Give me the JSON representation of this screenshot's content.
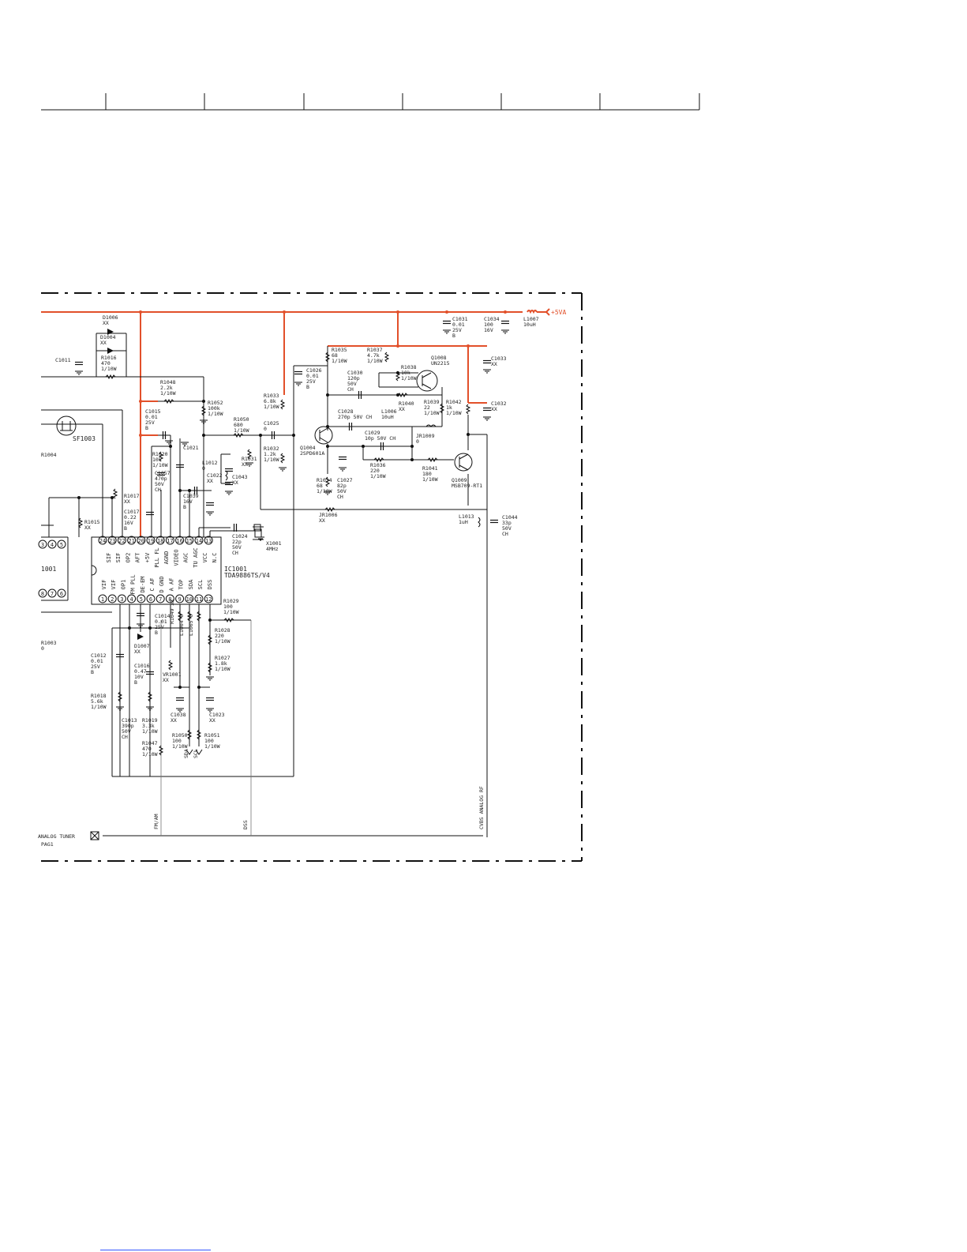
{
  "ic": {
    "ref": "IC1001",
    "part": "TDA9886TS/V4",
    "top_pins": [
      "24",
      "23",
      "22",
      "21",
      "20",
      "19",
      "18",
      "17",
      "16",
      "15",
      "14",
      "13"
    ],
    "top_names": [
      "SIF",
      "SIF",
      "OP2",
      "AFT",
      "+5V",
      "PLL FL",
      "AGND",
      "VIDEO",
      "AGC",
      "TU AGC",
      "VCC",
      "N.C"
    ],
    "bottom_pins": [
      "1",
      "2",
      "3",
      "4",
      "5",
      "6",
      "7",
      "8",
      "9",
      "10",
      "11",
      "12"
    ],
    "bottom_names": [
      "VIF",
      "VIF",
      "OP1",
      "FM PLL",
      "DE-EM",
      "C AF",
      "D GND",
      "A AF",
      "TOP",
      "SDA",
      "SCL",
      "DSS"
    ]
  },
  "left_ic": {
    "label": "1001",
    "pins_top": [
      "3",
      "4",
      "5"
    ],
    "pins_bottom": [
      "8",
      "7",
      "6"
    ]
  },
  "saw_filter": "SF1003",
  "rail": "+5VA",
  "labels": {
    "d1006": [
      "D1006",
      "XX"
    ],
    "d1004": [
      "D1004",
      "XX"
    ],
    "c1011": [
      "C1011"
    ],
    "r1016": [
      "R1016",
      "470",
      "1/10W"
    ],
    "r1048": [
      "R1048",
      "2.2k",
      "1/10W"
    ],
    "r1052": [
      "R1052",
      "100k",
      "1/10W"
    ],
    "c1015": [
      "C1015",
      "0.01",
      "25V",
      "B"
    ],
    "r1020": [
      "R1020",
      "10k",
      "1/10W"
    ],
    "c1021": [
      "C1021"
    ],
    "c1057": [
      "C1057",
      "470p",
      "50V",
      "CH"
    ],
    "l1012": [
      "L1012",
      "0"
    ],
    "c1022": [
      "C1022",
      "XX"
    ],
    "c1039": [
      "C1039",
      "16V",
      "B"
    ],
    "c1043": [
      "C1043",
      "XX"
    ],
    "r1050a": [
      "R1050",
      "680",
      "1/10W"
    ],
    "r1031": [
      "R1031",
      "XX"
    ],
    "c1025": [
      "C1025",
      "0"
    ],
    "r1032": [
      "R1032",
      "1.2k",
      "1/10W"
    ],
    "r1033": [
      "R1033",
      "6.8k",
      "1/10W"
    ],
    "c1026": [
      "C1026",
      "0.01",
      "25V",
      "B"
    ],
    "r1035": [
      "R1035",
      "68",
      "1/10W"
    ],
    "r1037": [
      "R1037",
      "4.7k",
      "1/10W"
    ],
    "r1038": [
      "R1038",
      "10k",
      "1/10W"
    ],
    "q1008": [
      "Q1008",
      "UN2215"
    ],
    "c1030": [
      "C1030",
      "120p",
      "50V",
      "CH"
    ],
    "r1040": [
      "R1040",
      "XX"
    ],
    "r1039": [
      "R1039",
      "22",
      "1/10W"
    ],
    "r1042": [
      "R1042",
      "1k",
      "1/10W"
    ],
    "c1028": [
      "C1028",
      "270p 50V CH"
    ],
    "l1006": [
      "L1006",
      "10uH"
    ],
    "c1029": [
      "C1029",
      "10p 50V CH"
    ],
    "jr1009": [
      "JR1009",
      "0"
    ],
    "q1004": [
      "Q1004",
      "2SPD601A"
    ],
    "r1034": [
      "R1034",
      "68",
      "1/10W"
    ],
    "c1027": [
      "C1027",
      "82p",
      "50V",
      "CH"
    ],
    "r1036": [
      "R1036",
      "220",
      "1/10W"
    ],
    "r1041": [
      "R1041",
      "180",
      "1/10W"
    ],
    "q1009": [
      "Q1009",
      "MSB709-RT1"
    ],
    "jr1006": [
      "JR1006",
      "XX"
    ],
    "c1031": [
      "C1031",
      "0.01",
      "25V",
      "B"
    ],
    "c1034": [
      "C1034",
      "100",
      "16V"
    ],
    "l1007": [
      "L1007",
      "10uH"
    ],
    "c1033": [
      "C1033",
      "XX"
    ],
    "c1032": [
      "C1032",
      "XX"
    ],
    "l1013": [
      "L1013",
      "1uH"
    ],
    "c1044": [
      "C1044",
      "33p",
      "50V",
      "CH"
    ],
    "c1024": [
      "C1024",
      "22p",
      "50V",
      "CH"
    ],
    "x1001": [
      "X1001",
      "4MHz"
    ],
    "r1017": [
      "R1017",
      "XX"
    ],
    "c1017": [
      "C1017",
      "0.22",
      "16V",
      "B"
    ],
    "r1015": [
      "R1015",
      "XX"
    ],
    "r1004": [
      "R1004"
    ],
    "r1003": [
      "R1003",
      "0"
    ],
    "c1014": [
      "C1014",
      "0.01",
      "25V",
      "B"
    ],
    "r1049": [
      "R1049 XX"
    ],
    "l1004": [
      "L1004 0"
    ],
    "l1005": [
      "L1005 0"
    ],
    "r1029": [
      "R1029",
      "100",
      "1/10W"
    ],
    "r1028": [
      "R1028",
      "220",
      "1/10W"
    ],
    "r1027": [
      "R1027",
      "1.8k",
      "1/10W"
    ],
    "c1012": [
      "C1012",
      "0.01",
      "25V",
      "B"
    ],
    "d1007": [
      "D1007",
      "XX"
    ],
    "c1016": [
      "C1016",
      "0.47",
      "10V",
      "B"
    ],
    "vr1001": [
      "VR1001",
      "XX"
    ],
    "r1018": [
      "R1018",
      "5.6k",
      "1/10W"
    ],
    "c1013": [
      "C1013",
      "390p",
      "50V",
      "CH"
    ],
    "r1019": [
      "R1019",
      "3.3k",
      "1/10W"
    ],
    "c1038": [
      "C1038",
      "XX"
    ],
    "c1023": [
      "C1023",
      "XX"
    ],
    "r1047": [
      "R1047",
      "470",
      "1/10W"
    ],
    "r1050b": [
      "R1050",
      "100",
      "1/10W"
    ],
    "r1051": [
      "R1051",
      "100",
      "1/10W"
    ],
    "sda": [
      "SDA"
    ],
    "scl": [
      "SCL"
    ],
    "fmam": [
      "FM/AM"
    ],
    "dss": [
      "DSS"
    ],
    "cvbs": [
      "CVBS ANALOG RF"
    ],
    "tuner": [
      "ANALOG TUNER"
    ],
    "page": [
      "PAG1"
    ]
  }
}
